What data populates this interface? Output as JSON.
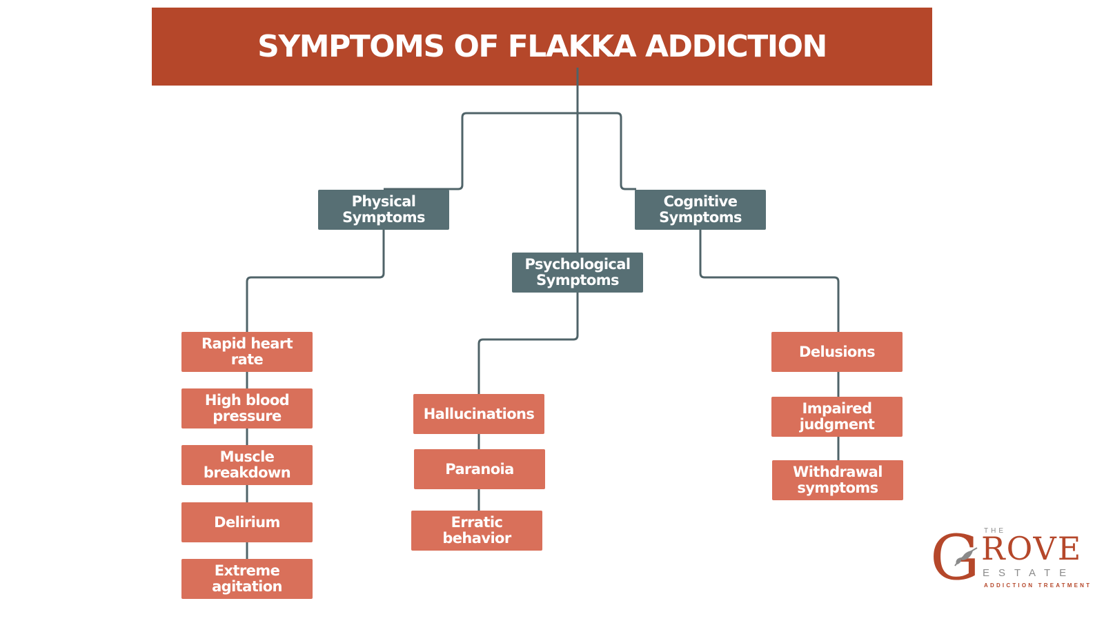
{
  "title": "SYMPTOMS OF FLAKKA ADDICTION",
  "colors": {
    "banner": "#b5472a",
    "category": "#576f74",
    "item": "#d9705a",
    "connector": "#4f6368"
  },
  "categories": {
    "physical": "Physical Symptoms",
    "psychological": "Psychological Symptoms",
    "cognitive": "Cognitive Symptoms"
  },
  "physical_items": [
    "Rapid heart rate",
    "High blood pressure",
    "Muscle breakdown",
    "Delirium",
    "Extreme agitation"
  ],
  "psychological_items": [
    "Hallucinations",
    "Paranoia",
    "Erratic behavior"
  ],
  "cognitive_items": [
    "Delusions",
    "Impaired judgment",
    "Withdrawal symptoms"
  ],
  "logo": {
    "the": "THE",
    "g": "G",
    "rove": "ROVE",
    "estate": "ESTATE",
    "sub": "ADDICTION TREATMENT",
    "leaf_icon": "leaf-icon"
  }
}
